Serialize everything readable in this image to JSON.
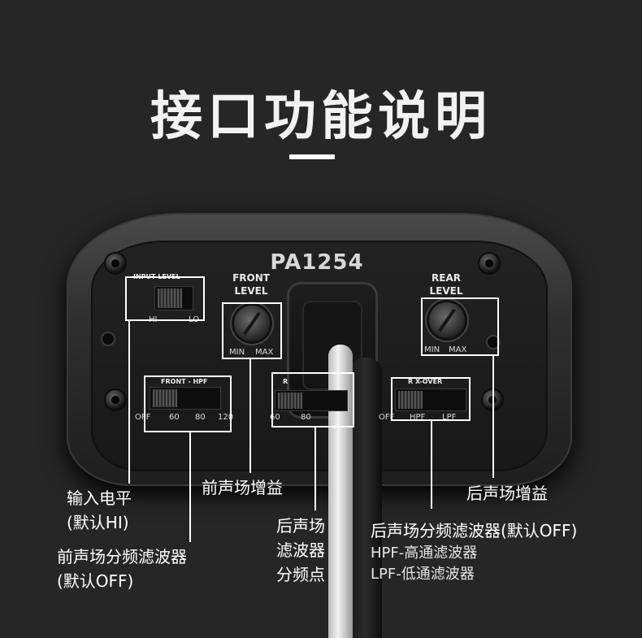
{
  "title": "接口功能说明",
  "device": {
    "model": "PA1254",
    "input_level": {
      "label": "INPUT LEVEL",
      "hi": "HI",
      "lo": "LO"
    },
    "front_level": {
      "label_1": "FRONT",
      "label_2": "LEVEL",
      "min": "MIN",
      "max": "MAX"
    },
    "rear_level": {
      "label_1": "REAR",
      "label_2": "LEVEL",
      "min": "MIN",
      "max": "MAX"
    },
    "front_hpf": {
      "label": "FRONT - HPF",
      "off": "OFF",
      "v60": "60",
      "v80": "80",
      "v120": "120"
    },
    "rear_filter": {
      "label": "R",
      "v60": "60",
      "v80": "80",
      "v1": "1"
    },
    "rear_xover": {
      "label": "R X-OVER",
      "off": "OFF",
      "hpf": "HPF",
      "lpf": "LPF"
    }
  },
  "annotations": {
    "input_level": {
      "line1": "输入电平",
      "line2": "(默认HI)"
    },
    "front_level": {
      "text": "前声场增益"
    },
    "front_hpf": {
      "line1": "前声场分频滤波器",
      "line2": "(默认OFF)"
    },
    "rear_filter": {
      "line1": "后声场",
      "line2": "滤波器",
      "line3": "分频点"
    },
    "rear_xover": {
      "line1": "后声场分频滤波器(默认OFF)",
      "line2": "HPF-高通滤波器",
      "line3": "LPF-低通滤波器"
    },
    "rear_level": {
      "text": "后声场增益"
    }
  }
}
